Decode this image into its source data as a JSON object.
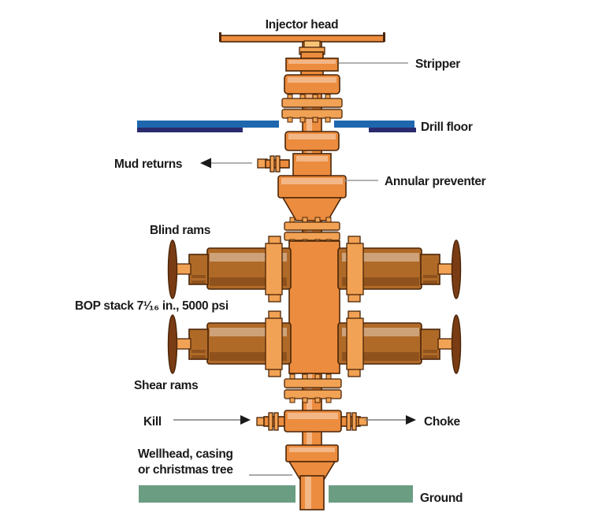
{
  "diagram": {
    "labels": {
      "injector_head": "Injector head",
      "stripper": "Stripper",
      "drill_floor": "Drill floor",
      "mud_returns": "Mud returns",
      "annular_preventer": "Annular preventer",
      "blind_rams": "Blind rams",
      "bop_stack": "BOP stack 7¹⁄₁₆ in., 5000 psi",
      "shear_rams": "Shear rams",
      "kill": "Kill",
      "choke": "Choke",
      "wellhead_line1": "Wellhead, casing",
      "wellhead_line2": "or christmas tree",
      "ground": "Ground"
    }
  },
  "colors": {
    "orange": "#EC8C3E",
    "orange_light": "#F2A254",
    "orange_pale": "#F8C477",
    "copper": "#B06A28",
    "wheel": "#7A3C14",
    "outline": "#4A2508",
    "blue": "#1E67AE",
    "navy": "#2A2B6E",
    "green": "#6B9D83",
    "leader": "#999999",
    "text": "#1A1A1A"
  }
}
